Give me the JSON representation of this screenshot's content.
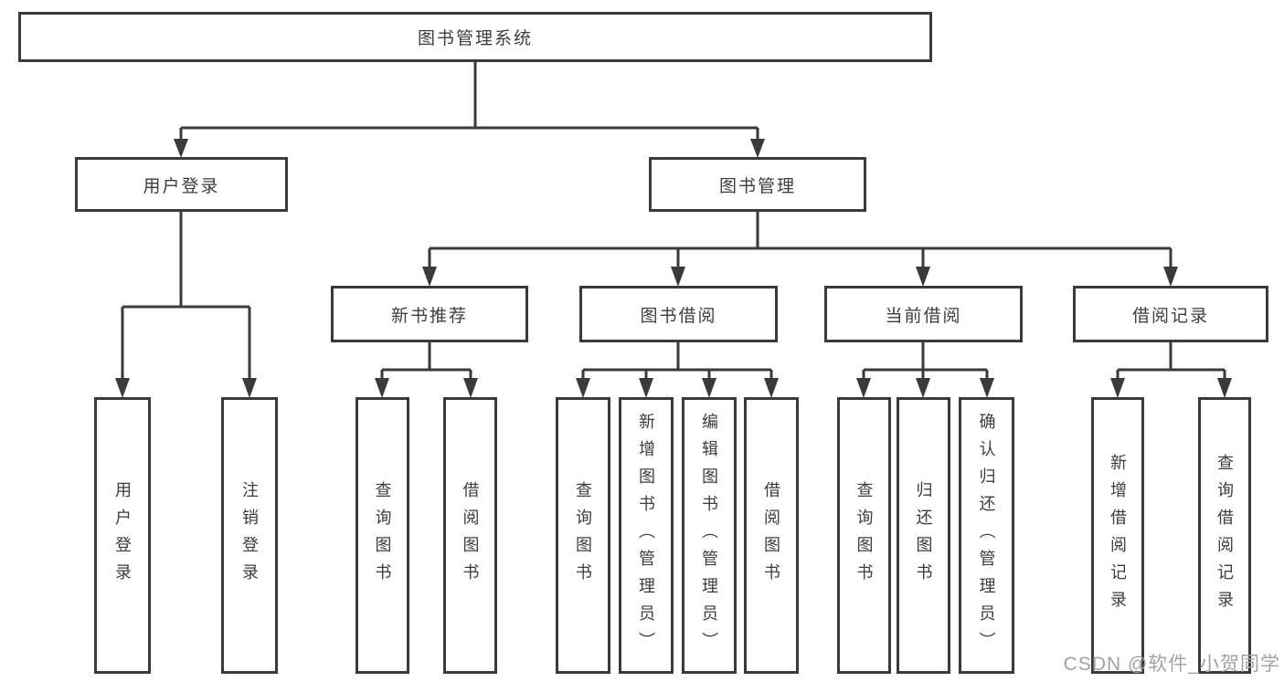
{
  "colors": {
    "line": "#3a3a3a",
    "box_border": "#3a3a3a",
    "text": "#3d3d3d",
    "background": "#ffffff",
    "watermark": "#9fa3a7"
  },
  "watermark": "CSDN @软件_小贺同学",
  "root": {
    "label": "图书管理系统",
    "children": [
      {
        "label": "用户登录",
        "children": [
          {
            "label": "用户登录"
          },
          {
            "label": "注销登录"
          }
        ]
      },
      {
        "label": "图书管理",
        "children": [
          {
            "label": "新书推荐",
            "children": [
              {
                "label": "查询图书"
              },
              {
                "label": "借阅图书"
              }
            ]
          },
          {
            "label": "图书借阅",
            "children": [
              {
                "label": "查询图书"
              },
              {
                "label": "新增图书（管理员）"
              },
              {
                "label": "编辑图书（管理员）"
              },
              {
                "label": "借阅图书"
              }
            ]
          },
          {
            "label": "当前借阅",
            "children": [
              {
                "label": "查询图书"
              },
              {
                "label": "归还图书"
              },
              {
                "label": "确认归还（管理员）"
              }
            ]
          },
          {
            "label": "借阅记录",
            "children": [
              {
                "label": "新增借阅记录"
              },
              {
                "label": "查询借阅记录"
              }
            ]
          }
        ]
      }
    ]
  }
}
